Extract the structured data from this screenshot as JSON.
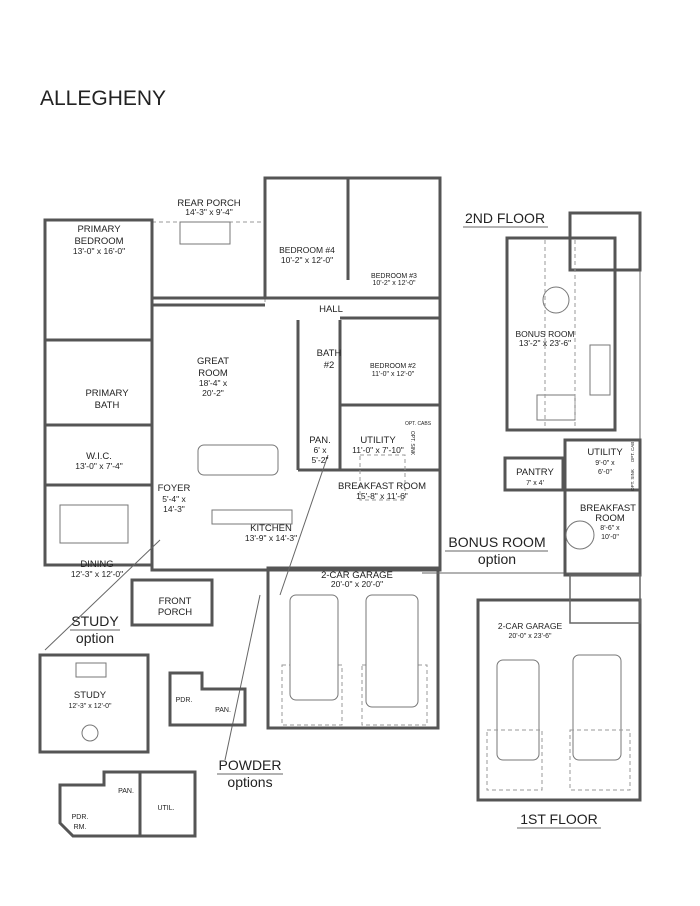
{
  "title": "ALLEGHENY",
  "headings": {
    "second_floor": "2ND FLOOR",
    "first_floor": "1ST FLOOR",
    "bonus_room_option": "BONUS ROOM",
    "bonus_room_option_sub": "option",
    "study_option": "STUDY",
    "study_option_sub": "option",
    "powder_options": "POWDER",
    "powder_options_sub": "options"
  },
  "main_floor": {
    "rear_porch": {
      "name": "REAR PORCH",
      "size": "14'-3\" x 9'-4\""
    },
    "primary_bedroom": {
      "name1": "PRIMARY",
      "name2": "BEDROOM",
      "size": "13'-0\" x 16'-0\""
    },
    "bedroom4": {
      "name": "BEDROOM #4",
      "size": "10'-2\" x 12'-0\""
    },
    "bedroom3": {
      "name": "BEDROOM #3",
      "size": "10'-2\" x 12'-0\""
    },
    "hall": {
      "name": "HALL"
    },
    "bath2": {
      "name1": "BATH",
      "name2": "#2"
    },
    "bedroom2": {
      "name": "BEDROOM #2",
      "size": "11'-0\" x 12'-0\""
    },
    "great_room": {
      "name1": "GREAT",
      "name2": "ROOM",
      "size1": "18'-4\" x",
      "size2": "20'-2\""
    },
    "primary_bath": {
      "name1": "PRIMARY",
      "name2": "BATH"
    },
    "wic": {
      "name": "W.I.C.",
      "size": "13'-0\" x 7'-4\""
    },
    "pantry": {
      "name": "PAN.",
      "size1": "6' x",
      "size2": "5'-2\""
    },
    "utility": {
      "name": "UTILITY",
      "size": "11'-0\" x 7'-10\"",
      "opt_cabs": "OPT. CABS",
      "opt_sink": "OPT. SINK"
    },
    "foyer": {
      "name": "FOYER",
      "size1": "5'-4\" x",
      "size2": "14'-3\""
    },
    "breakfast_room": {
      "name": "BREAKFAST ROOM",
      "size": "15'-8\" x 11'-6\""
    },
    "kitchen": {
      "name": "KITCHEN",
      "size": "13'-9\" x 14'-3\""
    },
    "dining": {
      "name": "DINING",
      "size": "12'-3\" x 12'-0\""
    },
    "garage": {
      "name": "2-CAR GARAGE",
      "size": "20'-0\" x 20'-0\""
    },
    "front_porch": {
      "name1": "FRONT",
      "name2": "PORCH"
    }
  },
  "second_floor": {
    "bonus_room": {
      "name": "BONUS ROOM",
      "size": "13'-2\" x 23'-6\""
    }
  },
  "bonus_option": {
    "utility": {
      "name": "UTILITY",
      "size1": "9'-0\" x",
      "size2": "6'-0\"",
      "opt_cab": "OPT. CAB",
      "opt_sink": "OPT. SINK"
    },
    "pantry": {
      "name": "PANTRY",
      "size": "7' x 4'"
    },
    "breakfast_room": {
      "name1": "BREAKFAST",
      "name2": "ROOM",
      "size1": "8'-6\" x",
      "size2": "10'-0\""
    },
    "garage": {
      "name": "2-CAR GARAGE",
      "size": "20'-0\" x 23'-6\""
    }
  },
  "study_option": {
    "study": {
      "name": "STUDY",
      "size": "12'-3\" x 12'-0\""
    }
  },
  "powder_options": {
    "option1": {
      "pdr": "PDR.",
      "pan": "PAN."
    },
    "option2": {
      "pan": "PAN.",
      "util": "UTIL.",
      "pdr1": "PDR.",
      "pdr2": "RM."
    }
  }
}
